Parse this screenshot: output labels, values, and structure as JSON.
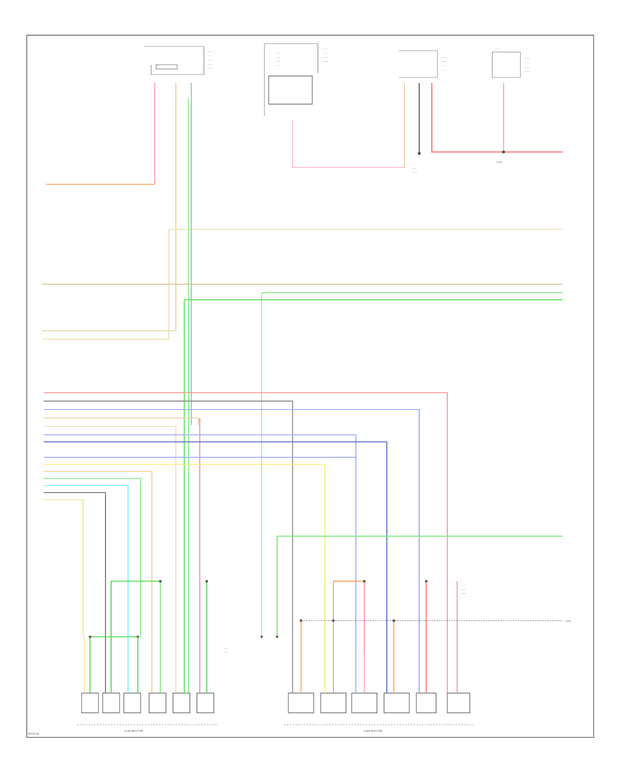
{
  "colors": {
    "pink": "#ff8ab0",
    "orange": "#ff9a5c",
    "tan": "#e8d6a8",
    "cream": "#eee0b8",
    "green": "#7ee87e",
    "bright_green": "#5ce05c",
    "blue": "#9aa8ff",
    "light_blue": "#8ec8ff",
    "cyan": "#7ff0ff",
    "yellow": "#f6f07a",
    "gray": "#888888",
    "dark_gray": "#666666",
    "red": "#ff7070",
    "tan_dark": "#d9c49a"
  },
  "texts": {
    "page_ref": "W2314A",
    "left_connector": "C100 BOTTOM",
    "right_connector": "C205 BOTTOM",
    "bottom_ground": "G101",
    "top_ground": "G101"
  }
}
